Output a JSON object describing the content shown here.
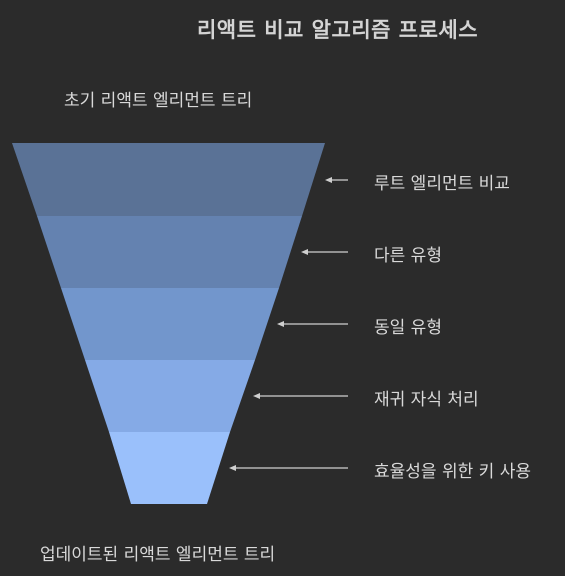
{
  "title": "리액트 비교 알고리즘 프로세스",
  "top_label": "초기 리액트 엘리먼트 트리",
  "bottom_label": "업데이트된 리액트 엘리먼트 트리",
  "steps": [
    {
      "label": "루트 엘리먼트 비교",
      "color": "#5a7296"
    },
    {
      "label": "다른 유형",
      "color": "#6482b0"
    },
    {
      "label": "동일 유형",
      "color": "#7296cc"
    },
    {
      "label": "재귀 자식 처리",
      "color": "#85aae6"
    },
    {
      "label": "효율성을 위한 키 사용",
      "color": "#9ac0fb"
    }
  ],
  "arrow_color": "#cfcfcf"
}
